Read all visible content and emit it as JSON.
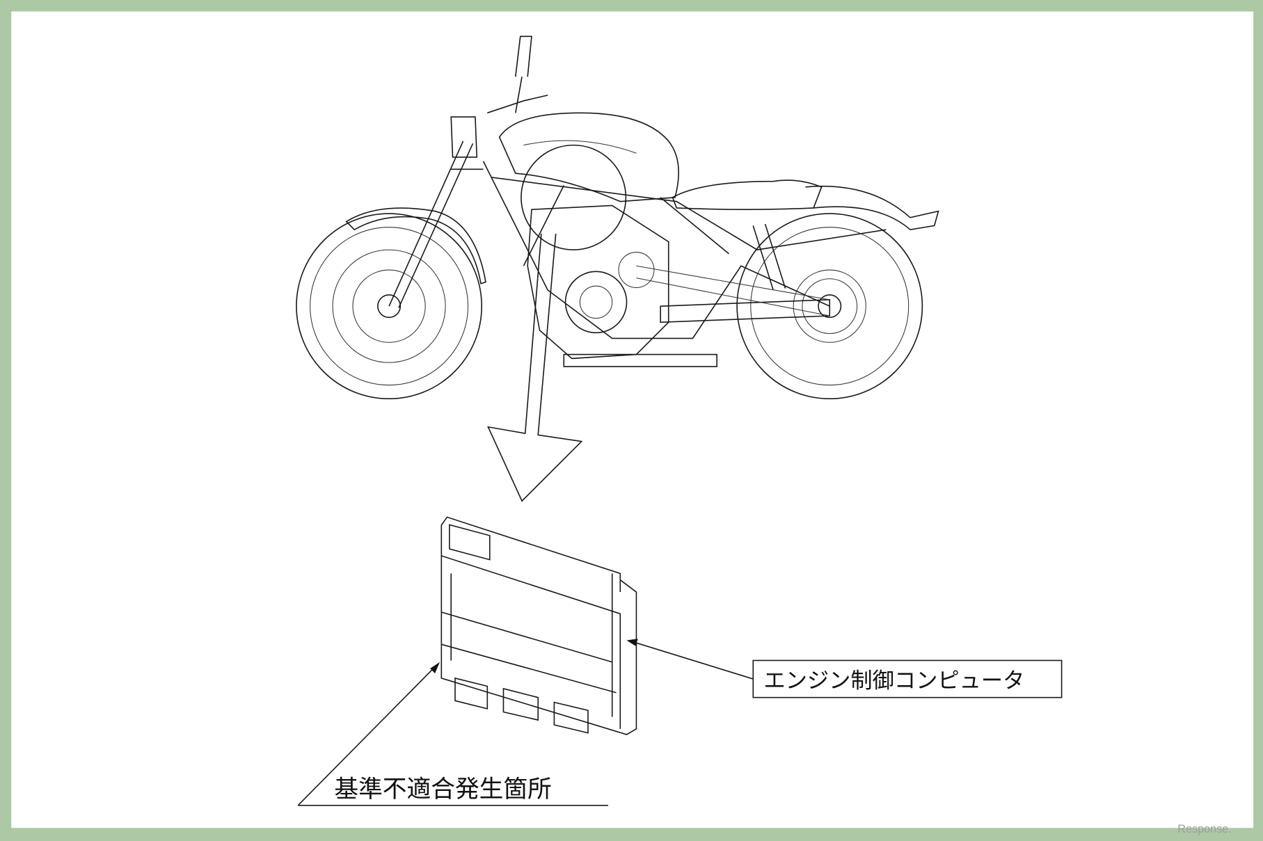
{
  "labels": {
    "ecu": "エンジン制御コンピュータ",
    "defect_location": "基準不適合発生箇所"
  },
  "watermark": "Response.",
  "colors": {
    "frame": "#adc8a4",
    "paper": "#ffffff",
    "ink": "#1a1a1a"
  }
}
